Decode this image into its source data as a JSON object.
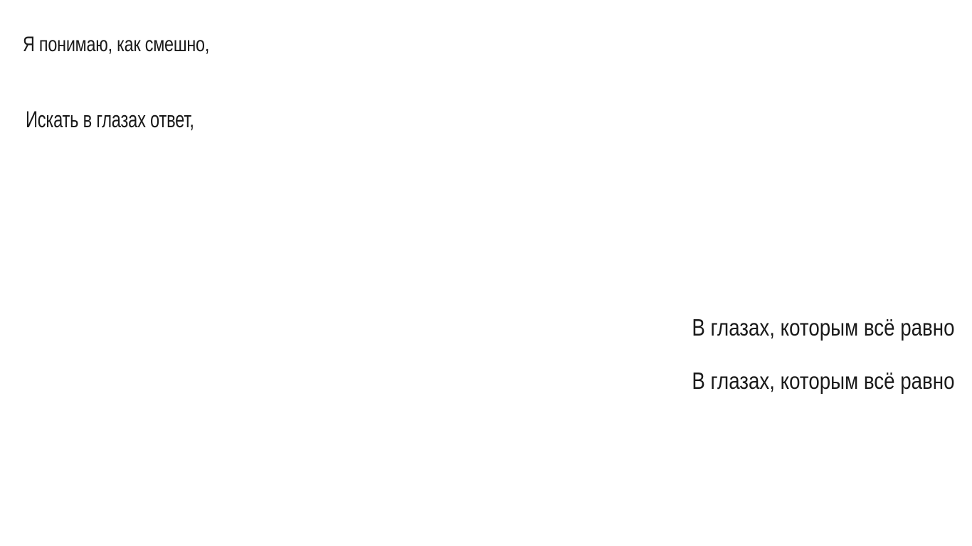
{
  "lyrics": {
    "line_1": "Я понимаю, как смешно,",
    "line_2": "Искать в глазах ответ,",
    "line_3": "В глазах, которым всё равно",
    "line_4": "В глазах, которым всё равно"
  }
}
